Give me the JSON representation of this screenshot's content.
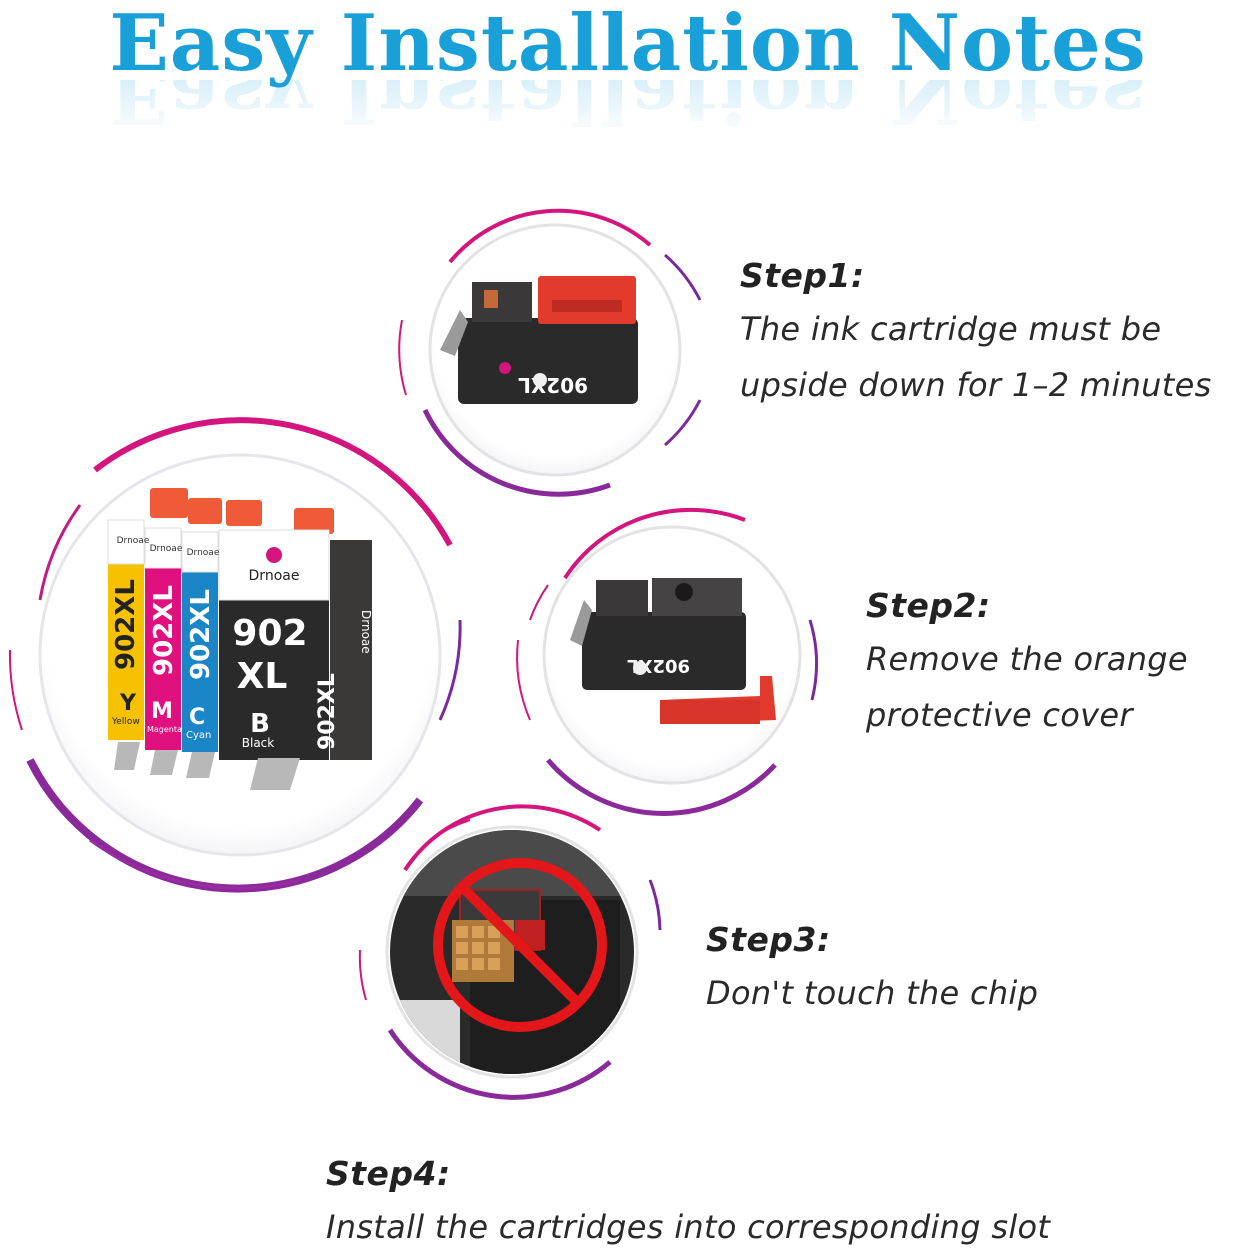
{
  "title": "Easy Installation Notes",
  "colors": {
    "title": "#1aa0d8",
    "ring_magenta": "#d4157e",
    "ring_purple": "#7a2a9c",
    "cartridge_black": "#2b2a2a",
    "cover_orange": "#e23b2e",
    "yellow": "#f6c200",
    "magenta": "#e0107f",
    "cyan": "#1a86c8"
  },
  "steps": [
    {
      "heading": "Step1:",
      "lines": [
        "The ink cartridge must be",
        "upside down for 1–2 minutes"
      ]
    },
    {
      "heading": "Step2:",
      "lines": [
        "Remove the orange",
        "protective cover"
      ]
    },
    {
      "heading": "Step3:",
      "lines": [
        "Don't touch the chip"
      ]
    },
    {
      "heading": "Step4:",
      "lines": [
        "Install the cartridges into corresponding slot"
      ]
    }
  ],
  "product": {
    "brand": "Drnoae",
    "model": "902XL",
    "cartridges": [
      {
        "letter": "Y",
        "name": "Yellow",
        "color": "#f6c200"
      },
      {
        "letter": "M",
        "name": "Magenta",
        "color": "#e0107f"
      },
      {
        "letter": "C",
        "name": "Cyan",
        "color": "#1a86c8"
      },
      {
        "letter": "B",
        "name": "Black",
        "color": "#2b2a2a"
      }
    ],
    "black_model_line1": "902",
    "black_model_line2": "XL"
  },
  "icons": [
    "no-touch-icon"
  ]
}
